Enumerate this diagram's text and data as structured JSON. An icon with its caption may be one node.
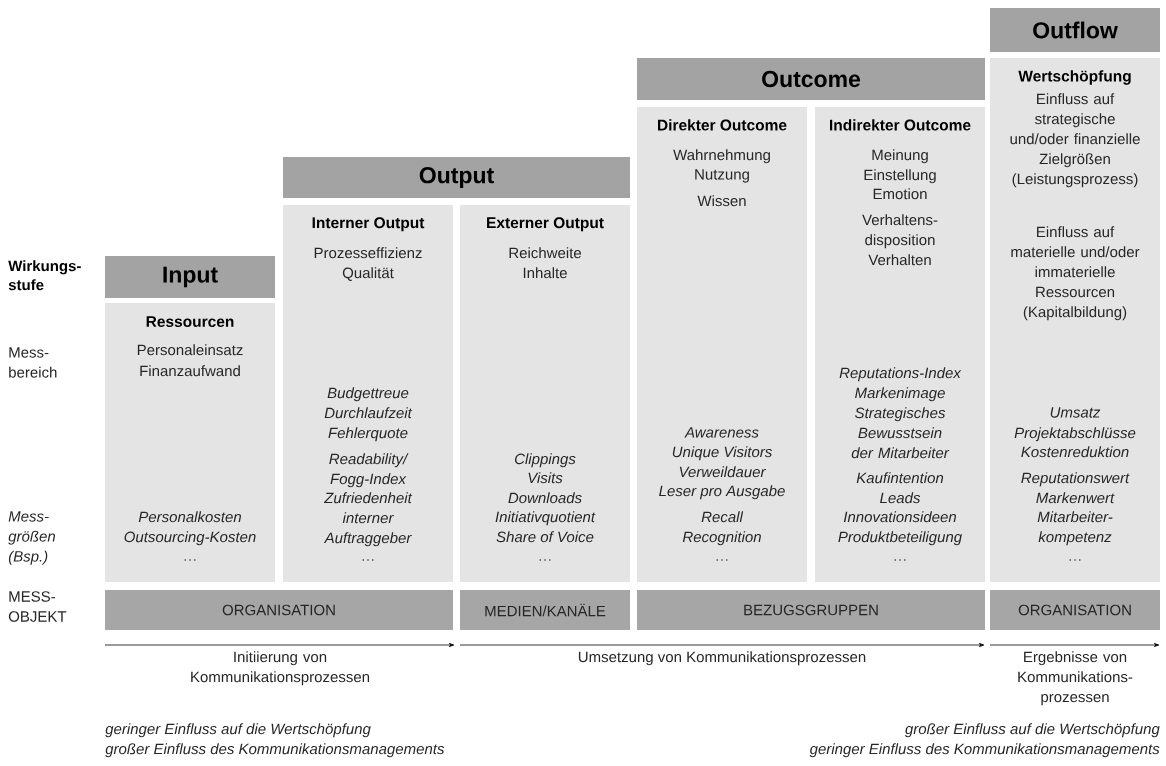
{
  "diagram": {
    "nodes": [
      {
        "text": [
          "Input"
        ]
      },
      {
        "text": [
          "Ressourcen",
          "Personaleinsatz",
          "Finanzaufwand",
          "Personalkosten",
          "Outsourcing-Kosten",
          "…"
        ]
      },
      {
        "text": [
          "Output"
        ]
      },
      {
        "text": [
          "Interner Output",
          "Prozesseffizienz",
          "Qualität",
          "Budgettreue",
          "Durchlaufzeit",
          "Fehlerquote",
          "Readability/ Fogg-Index",
          "Zufriedenheit interner Auftraggeber",
          "…"
        ]
      },
      {
        "text": [
          "Externer Output",
          "Reichweite",
          "Inhalte",
          "Clippings",
          "Visits",
          "Downloads",
          "Initiativquotient",
          "Share of Voice",
          "…"
        ]
      },
      {
        "text": [
          "Outcome"
        ]
      },
      {
        "text": [
          "Direkter Outcome",
          "Wahrnehmung",
          "Nutzung",
          "Wissen",
          "Awareness",
          "Unique Visitors",
          "Verweildauer",
          "Leser pro Ausgabe",
          "Recall",
          "Recognition",
          "…"
        ]
      },
      {
        "text": [
          "Indirekter Outcome",
          "Meinung",
          "Einstellung",
          "Emotion",
          "Verhaltens- disposition",
          "Verhalten",
          "Reputations-Index",
          "Markenimage",
          "Strategisches Bewusstsein der Mitarbeiter",
          "Kaufintention",
          "Leads",
          "Innovationsideen",
          "Produktbeteiligung",
          "…"
        ]
      },
      {
        "text": [
          "Outflow"
        ]
      },
      {
        "text": [
          "Wertschöpfung",
          "Einfluss auf strategische und/oder finanzielle Zielgrößen (Leistungsprozess)",
          "Einfluss auf materielle und/oder immaterielle Ressourcen (Kapitalbildung)",
          "Umsatz",
          "Projektabschlüsse",
          "Kostenreduktion",
          "Reputationswert",
          "Markenwert",
          "Mitarbeiter- kompetenz",
          "…"
        ]
      },
      {
        "text": [
          "ORGANISATION"
        ]
      },
      {
        "text": [
          "MEDIEN/KANÄLE"
        ]
      },
      {
        "text": [
          "BEZUGSGRUPPEN"
        ]
      },
      {
        "text": [
          "ORGANISATION"
        ]
      }
    ],
    "labels": [
      "Wirkungs- stufe",
      "Mess- bereich",
      "Mess- größen (Bsp.)",
      "MESS- OBJEKT",
      "Initiierung von Kommunikationsprozessen",
      "Umsetzung von Kommunikationsprozessen",
      "Ergebnisse von Kommunikations- prozessen",
      "geringer Einfluss auf die Wertschöpfung",
      "großer Einfluss des Kommunikationsmanagements",
      "großer Einfluss auf die Wertschöpfung",
      "geringer Einfluss des Kommunikationsmanagements"
    ]
  }
}
